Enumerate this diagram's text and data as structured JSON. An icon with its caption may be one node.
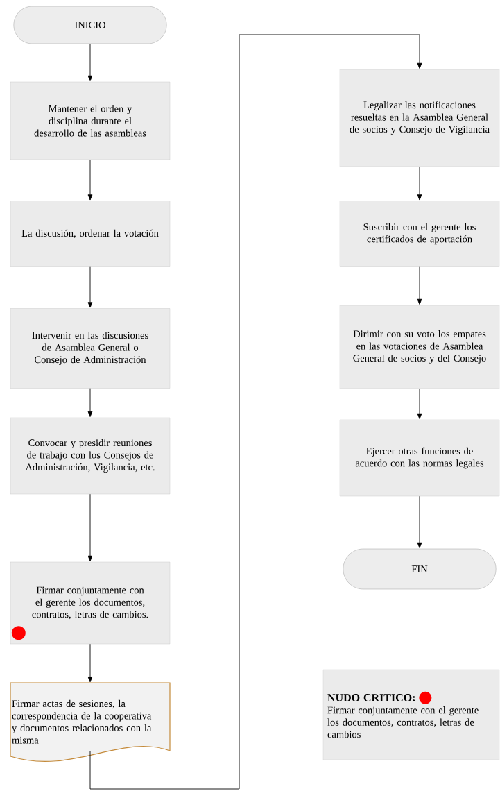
{
  "diagram": {
    "nodes": [
      {
        "text": [
          "INICIO"
        ]
      },
      {
        "text": [
          "Mantener el orden y disciplina durante el desarrollo de las asambleas"
        ]
      },
      {
        "text": [
          "La discusión, ordenar la votación"
        ]
      },
      {
        "text": [
          "Intervenir en las discusiones de Asamblea General o Consejo de Administración"
        ]
      },
      {
        "text": [
          "Convocar y presidir reuniones de trabajo con los Consejos de Administración, Vigilancia, etc."
        ]
      },
      {
        "text": [
          "Firmar conjuntamente con el gerente los documentos, contratos, letras de cambios."
        ]
      },
      {
        "text": [
          "Firmar actas de sesiones, la correspondencia de la cooperativa y documentos relacionados con la misma"
        ]
      },
      {
        "text": [
          "Legalizar las notificaciones resueltas en la Asamblea General de socios y Consejo de Vigilancia"
        ]
      },
      {
        "text": [
          "Suscribir con el gerente los certificados de aportación"
        ]
      },
      {
        "text": [
          "Dirimir con su voto los empates en las votaciones de Asamblea General de socios y del Consejo"
        ]
      },
      {
        "text": [
          "Ejercer otras funciones de acuerdo con las normas legales"
        ]
      },
      {
        "text": [
          "FIN"
        ]
      },
      {
        "text": [
          "NUDO CRITICO:",
          "Firmar conjuntamente con el gerente los documentos, contratos, letras de cambios"
        ]
      }
    ],
    "edges": [
      {
        "from": 0,
        "to": 1,
        "arrow": "to"
      },
      {
        "from": 1,
        "to": 2,
        "arrow": "to"
      },
      {
        "from": 2,
        "to": 3,
        "arrow": "to"
      },
      {
        "from": 3,
        "to": 4,
        "arrow": "to"
      },
      {
        "from": 4,
        "to": 5,
        "arrow": "to"
      },
      {
        "from": 5,
        "to": 6,
        "arrow": "to"
      },
      {
        "from": 6,
        "to": 7,
        "arrow": "to"
      },
      {
        "from": 7,
        "to": 8,
        "arrow": "to"
      },
      {
        "from": 8,
        "to": 9,
        "arrow": "to"
      },
      {
        "from": 9,
        "to": 10,
        "arrow": "to"
      },
      {
        "from": 10,
        "to": 11,
        "arrow": "to"
      }
    ]
  }
}
